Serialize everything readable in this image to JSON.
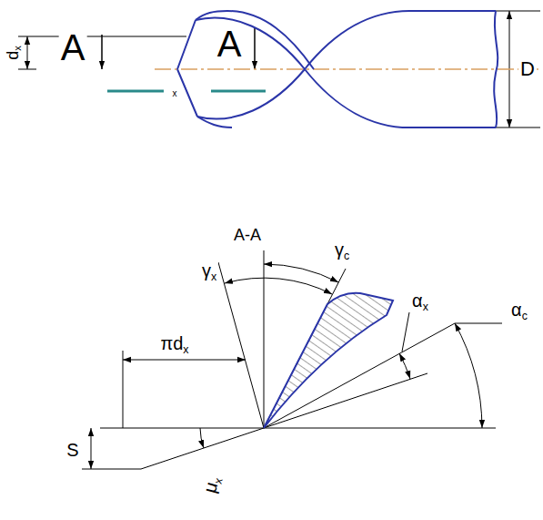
{
  "diagram": {
    "labels": [
      "A",
      "A",
      "dx",
      "D",
      "x",
      "A-A",
      "γc",
      "γx",
      "πdx",
      "αx",
      "αc",
      "S",
      "μx"
    ]
  }
}
